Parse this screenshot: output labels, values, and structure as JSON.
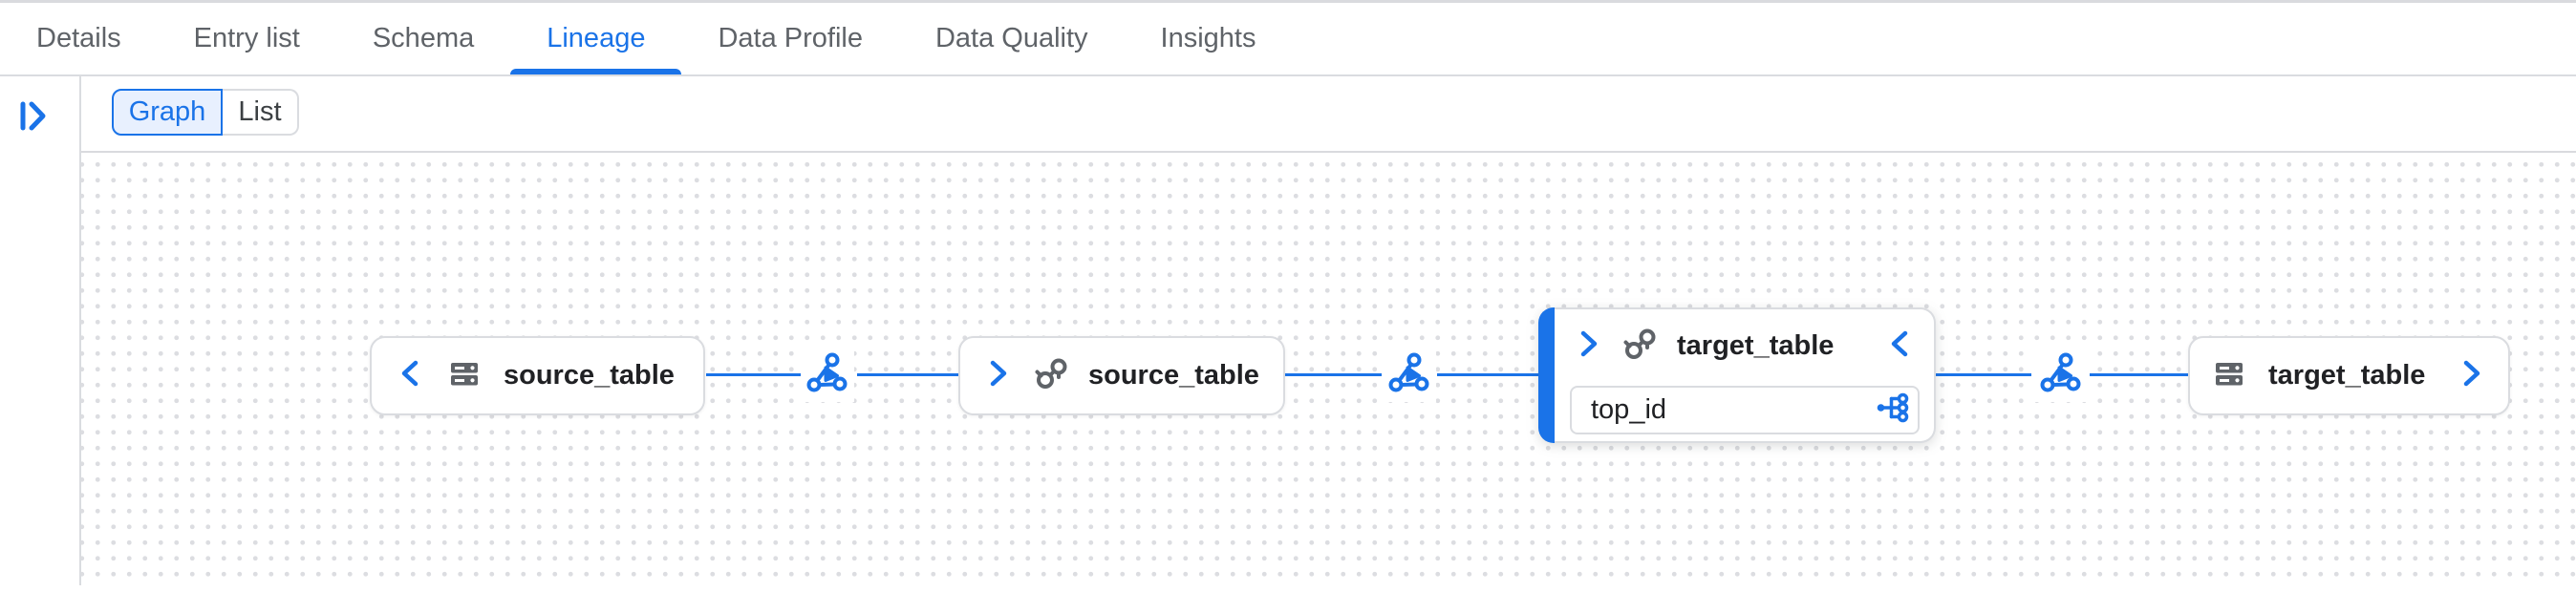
{
  "tabs": {
    "items": [
      {
        "label": "Details",
        "active": false
      },
      {
        "label": "Entry list",
        "active": false
      },
      {
        "label": "Schema",
        "active": false
      },
      {
        "label": "Lineage",
        "active": true
      },
      {
        "label": "Data Profile",
        "active": false
      },
      {
        "label": "Data Quality",
        "active": false
      },
      {
        "label": "Insights",
        "active": false
      }
    ]
  },
  "view_toggle": {
    "options": [
      {
        "label": "Graph",
        "selected": true
      },
      {
        "label": "List",
        "selected": false
      }
    ]
  },
  "lineage_graph": {
    "nodes": [
      {
        "id": "node-1",
        "label": "source_table",
        "icon": "table-icon",
        "expand_left": "chevron-left",
        "selected": false
      },
      {
        "id": "node-2",
        "label": "source_table",
        "icon": "linked-circles-icon",
        "expand_left": "chevron-right",
        "selected": false
      },
      {
        "id": "node-3",
        "label": "target_table",
        "icon": "linked-circles-icon",
        "expand_left": "chevron-right",
        "collapse_right": "chevron-left",
        "selected": true,
        "columns": [
          {
            "name": "top_id",
            "icon": "column-lineage-icon"
          }
        ]
      },
      {
        "id": "node-4",
        "label": "target_table",
        "icon": "table-icon",
        "expand_right": "chevron-right",
        "selected": false
      }
    ],
    "edges": [
      {
        "from": "node-1",
        "to": "node-2",
        "via": "process-icon"
      },
      {
        "from": "node-2",
        "to": "node-3",
        "via": "process-icon"
      },
      {
        "from": "node-3",
        "to": "node-4",
        "via": "process-icon"
      }
    ]
  },
  "colors": {
    "accent": "#1a73e8",
    "selected_fill": "#e8f0fe",
    "node_border": "#dadce0",
    "text_primary": "#202124",
    "text_secondary": "#5f6368",
    "canvas_dot": "#dcdde1"
  }
}
